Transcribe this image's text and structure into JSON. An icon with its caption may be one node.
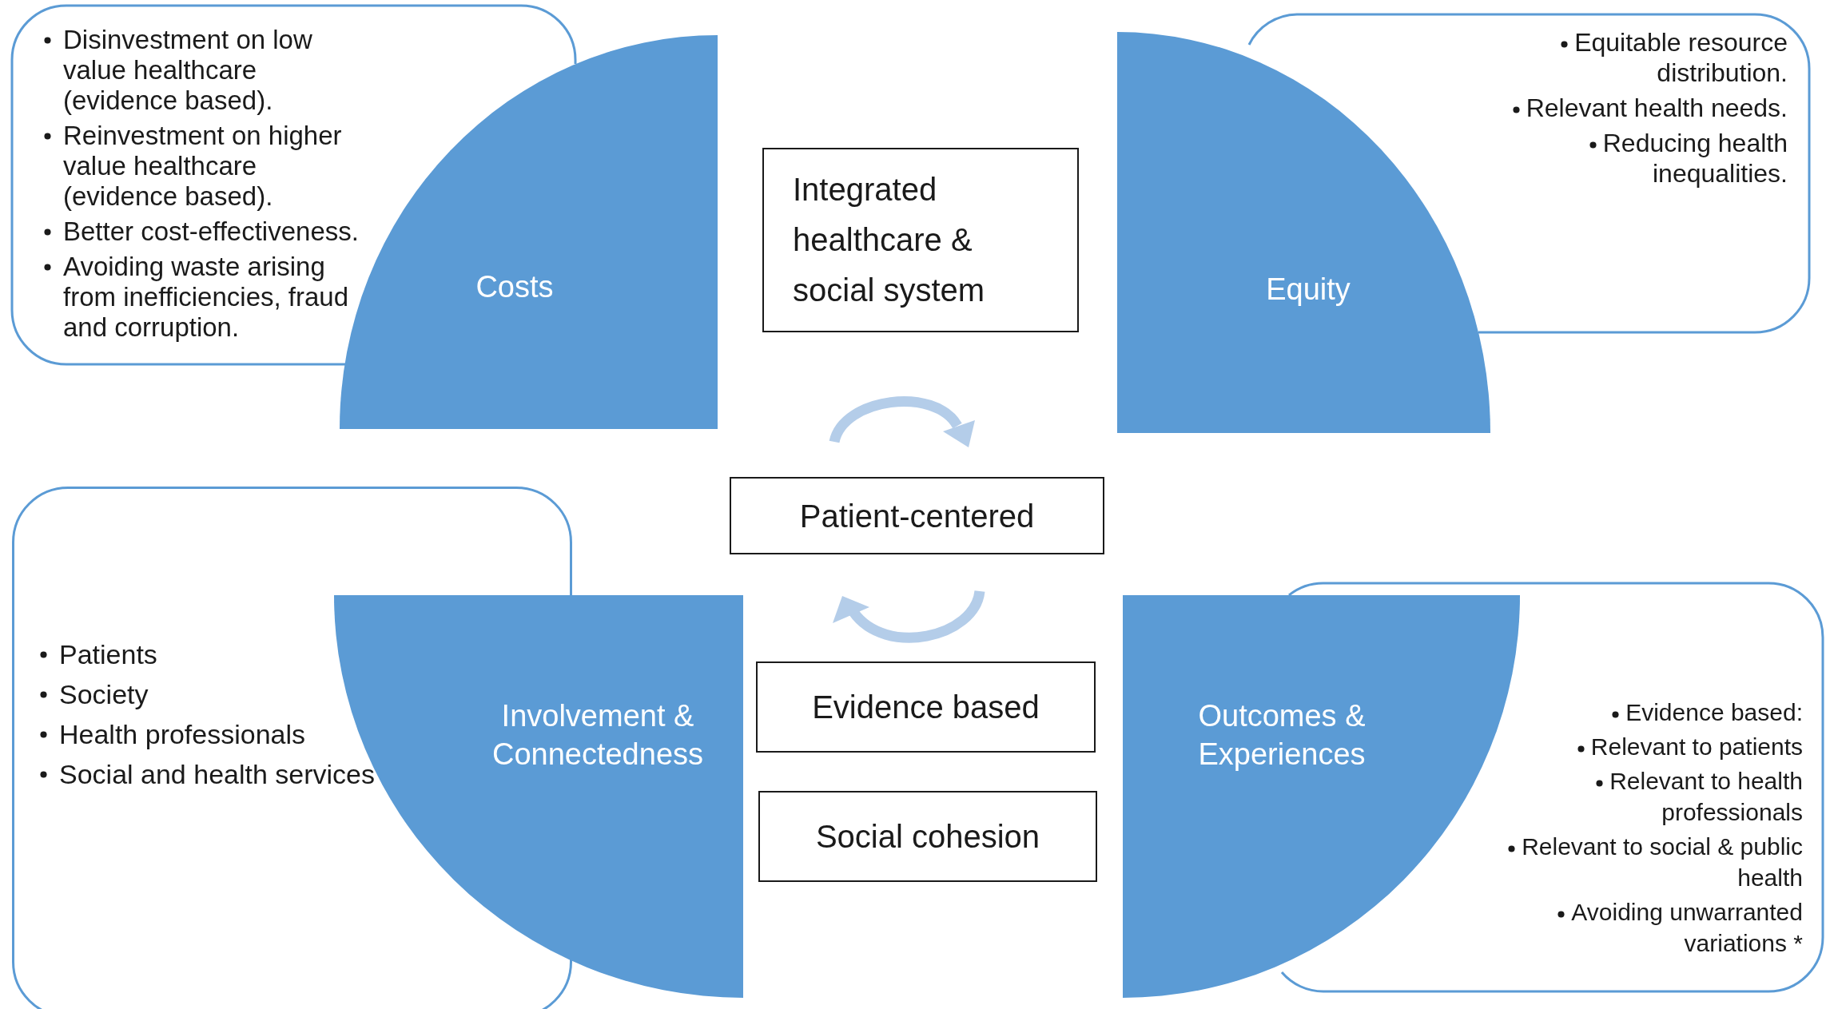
{
  "diagram": {
    "nodes": [
      {
        "text": [
          "Disinvestment on low value healthcare (evidence based).",
          "Reinvestment on higher value healthcare (evidence based).",
          "Better cost-effectiveness.",
          "Avoiding waste arising from inefficiencies, fraud and corruption."
        ]
      },
      {
        "text": [
          "Costs"
        ]
      },
      {
        "text": [
          "Equitable resource distribution.",
          "Relevant health needs.",
          "Reducing health inequalities."
        ]
      },
      {
        "text": [
          "Equity"
        ]
      },
      {
        "text": [
          "Integrated healthcare & social system"
        ]
      },
      {
        "text": [
          "Patient-centered"
        ]
      },
      {
        "text": [
          "Evidence based"
        ]
      },
      {
        "text": [
          "Social cohesion"
        ]
      },
      {
        "text": [
          "Patients",
          "Society",
          "Health professionals",
          "Social and health services"
        ]
      },
      {
        "text": [
          "Involvement & Connectedness"
        ]
      },
      {
        "text": [
          "Evidence based:",
          "Relevant to patients",
          "Relevant to health professionals",
          "Relevant to social & public health",
          "Avoiding unwarranted variations *"
        ]
      },
      {
        "text": [
          "Outcomes & Experiences"
        ]
      }
    ]
  }
}
